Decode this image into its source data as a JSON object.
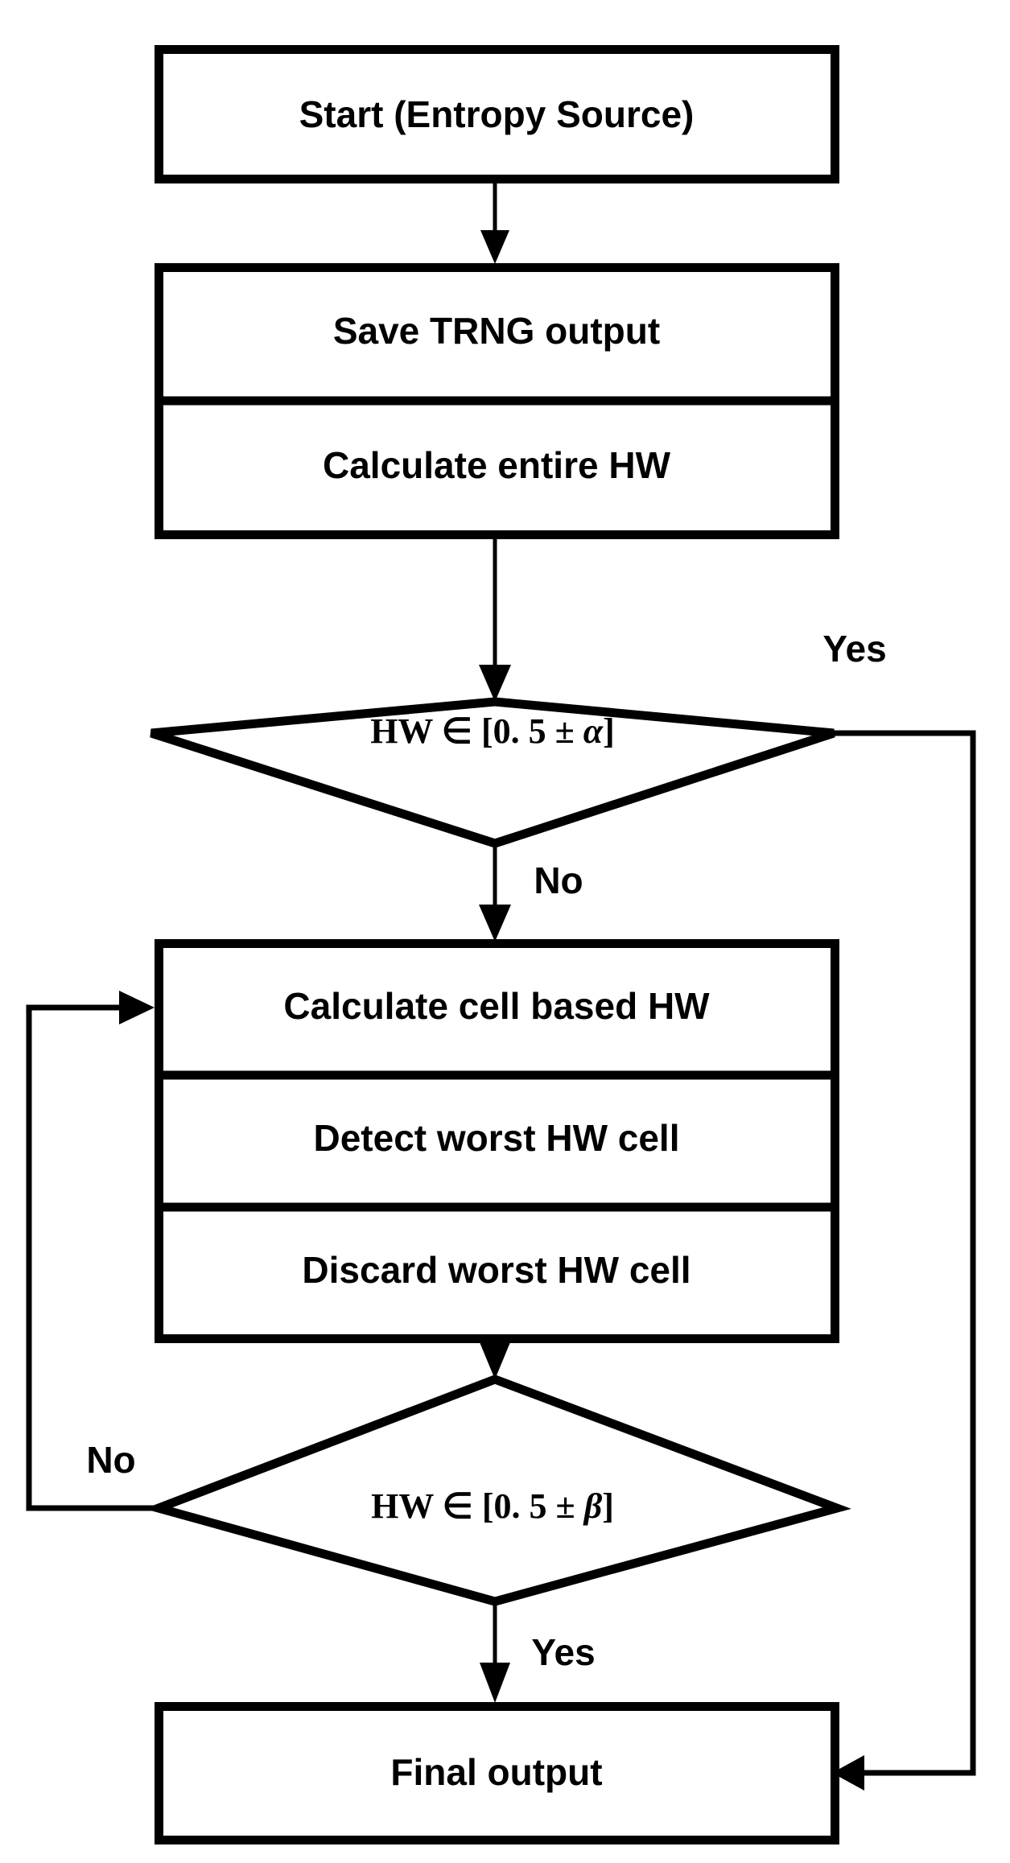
{
  "diagram": {
    "type": "flowchart",
    "title": "TRNG entropy post-processing flowchart",
    "background_color": "#ffffff",
    "line_color": "#000000"
  },
  "nodes": {
    "start": {
      "shape": "process",
      "label": "Start (Entropy Source)"
    },
    "save_trng": {
      "shape": "process",
      "label": "Save TRNG output"
    },
    "calc_entire_hw": {
      "shape": "process",
      "label": "Calculate entire HW"
    },
    "decision_alpha": {
      "shape": "decision",
      "label": "HW ∈ [0.5 ± α]",
      "parts": {
        "prefix": "HW ",
        "member": "∈",
        "bracket_open": " [0. 5 ",
        "plusminus": "±",
        "symbol": "α",
        "bracket_close": "]"
      }
    },
    "calc_cell_hw": {
      "shape": "process",
      "label": "Calculate cell based HW"
    },
    "detect_worst": {
      "shape": "process",
      "label": "Detect worst HW cell"
    },
    "discard_worst": {
      "shape": "process",
      "label": "Discard worst HW cell"
    },
    "decision_beta": {
      "shape": "decision",
      "label": "HW ∈ [0.5 ± β]",
      "parts": {
        "prefix": "HW ",
        "member": "∈",
        "bracket_open": " [0. 5 ",
        "plusminus": "±",
        "symbol": "β",
        "bracket_close": "]"
      }
    },
    "final_output": {
      "shape": "process",
      "label": "Final output"
    }
  },
  "edge_labels": {
    "alpha_yes": "Yes",
    "alpha_no": "No",
    "beta_no": "No",
    "beta_yes": "Yes"
  }
}
